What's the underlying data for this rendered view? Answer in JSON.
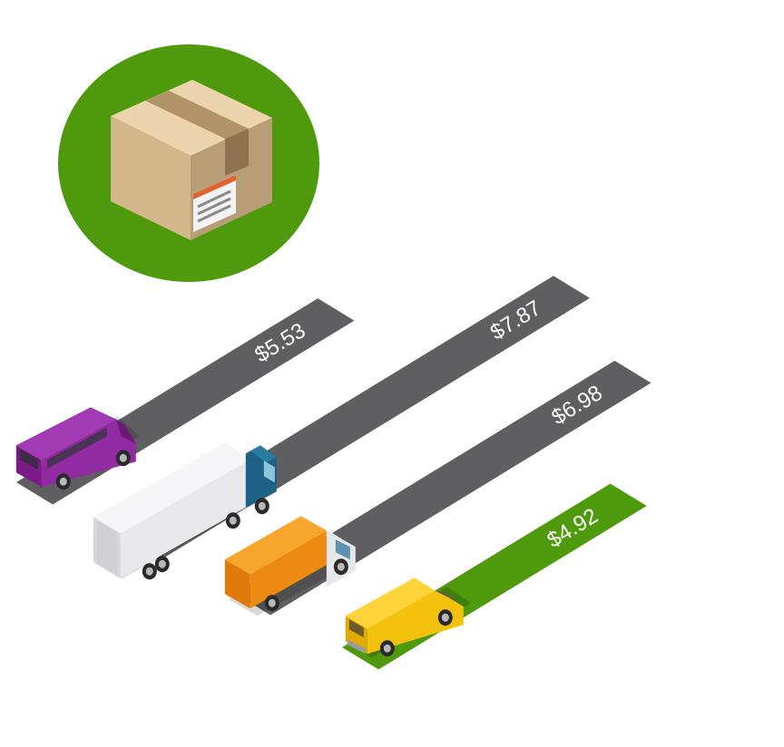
{
  "colors": {
    "background": "#ffffff",
    "lane_default": "#5f5e60",
    "lane_highlight": "#4f9a0c",
    "badge": "#4f9a0c",
    "price_text": "#ffffff"
  },
  "badge": {
    "icon": "cardboard-box-icon"
  },
  "chart_data": {
    "type": "bar",
    "orientation": "isometric-horizontal",
    "categories": [
      "van",
      "box-truck",
      "small-truck",
      "car-van"
    ],
    "icons": [
      "purple-van-icon",
      "white-box-truck-icon",
      "orange-small-truck-icon",
      "yellow-van-icon"
    ],
    "values": [
      5.53,
      7.87,
      6.98,
      4.92
    ],
    "labels": [
      "$5.53",
      "$7.87",
      "$6.98",
      "$4.92"
    ],
    "highlighted_index": 3,
    "title": "",
    "xlabel": "",
    "ylabel": "",
    "grid": false,
    "legend": "none"
  }
}
